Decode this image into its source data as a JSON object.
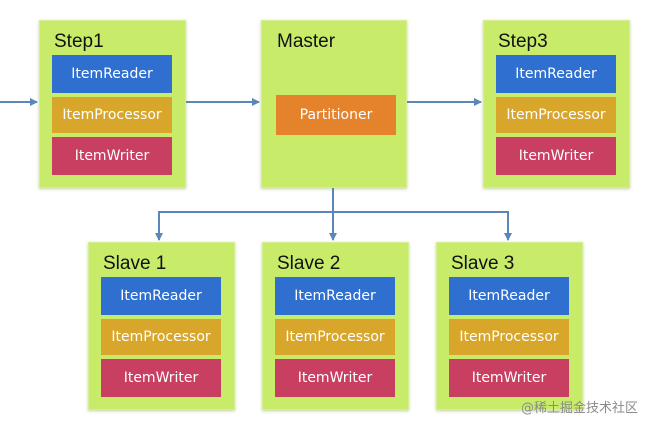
{
  "step1": {
    "title": "Step1",
    "reader": "ItemReader",
    "processor": "ItemProcessor",
    "writer": "ItemWriter"
  },
  "master": {
    "title": "Master",
    "partitioner": "Partitioner"
  },
  "step3": {
    "title": "Step3",
    "reader": "ItemReader",
    "processor": "ItemProcessor",
    "writer": "ItemWriter"
  },
  "slaves": [
    {
      "title": "Slave 1",
      "reader": "ItemReader",
      "processor": "ItemProcessor",
      "writer": "ItemWriter"
    },
    {
      "title": "Slave 2",
      "reader": "ItemReader",
      "processor": "ItemProcessor",
      "writer": "ItemWriter"
    },
    {
      "title": "Slave 3",
      "reader": "ItemReader",
      "processor": "ItemProcessor",
      "writer": "ItemWriter"
    }
  ],
  "watermark": "@稀土掘金技术社区",
  "colors": {
    "box": "#c8ec6a",
    "reader": "#2f6fd0",
    "processor": "#d9a62c",
    "writer": "#c93f62",
    "partitioner": "#e5832c",
    "arrow": "#5b86b8"
  }
}
